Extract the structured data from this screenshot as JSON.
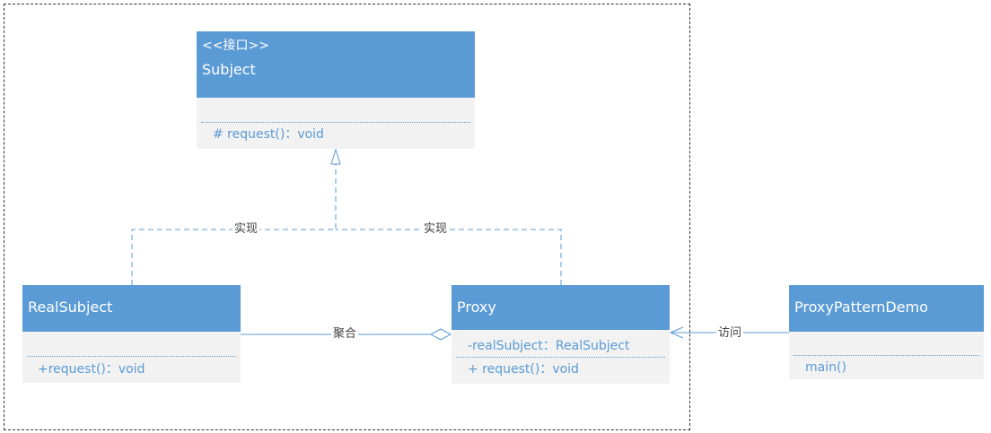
{
  "classes": {
    "subject": {
      "stereotype": "<<接口>>",
      "name": "Subject",
      "methods": [
        "# request()：void"
      ]
    },
    "real_subject": {
      "name": "RealSubject",
      "methods": [
        "+request()：void"
      ]
    },
    "proxy": {
      "name": "Proxy",
      "attributes": [
        "-realSubject：RealSubject"
      ],
      "methods": [
        "+ request()：void"
      ]
    },
    "demo": {
      "name": "ProxyPatternDemo",
      "methods": [
        "main()"
      ]
    }
  },
  "relations": {
    "realize_left": "实现",
    "realize_right": "实现",
    "aggregation": "聚合",
    "access": "访问"
  },
  "colors": {
    "header": "#5b9bd5",
    "body": "#f2f2f2",
    "line": "#5b9bd5",
    "member_text": "#5b9bd5"
  }
}
